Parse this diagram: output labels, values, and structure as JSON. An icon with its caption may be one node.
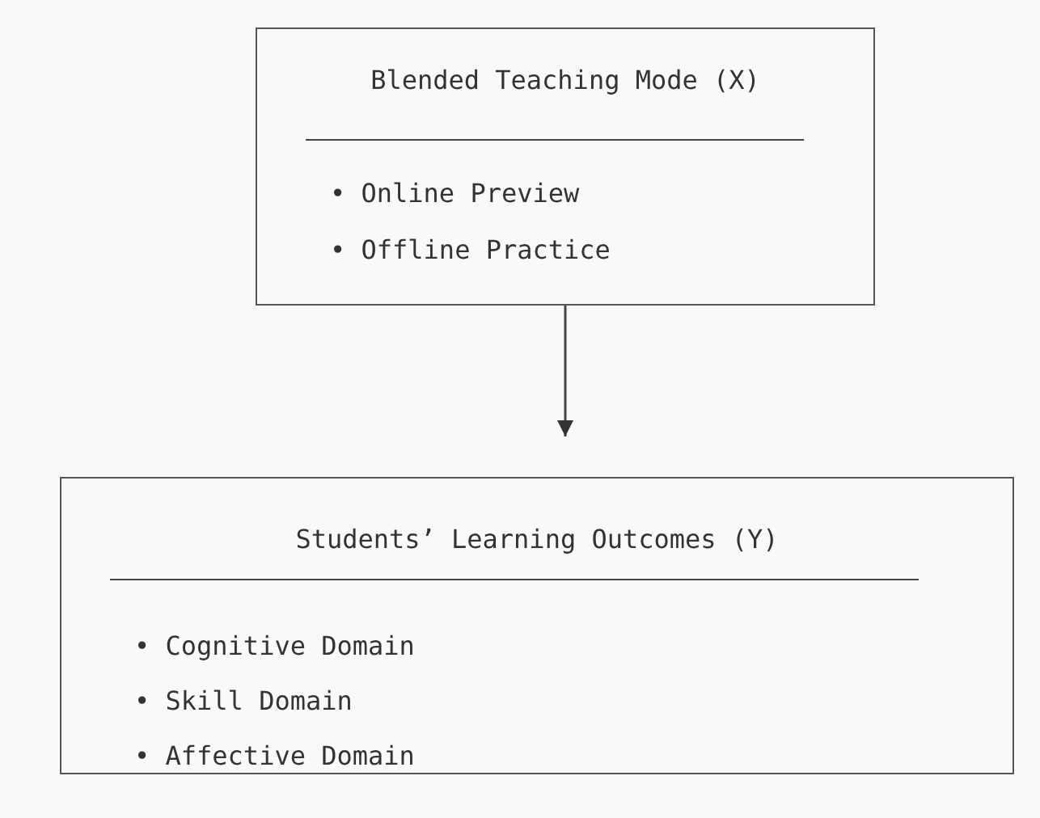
{
  "diagram": {
    "nodes": [
      {
        "text": [
          "Blended Teaching Mode (X)",
          "• Online Preview",
          "• Offline Practice"
        ]
      },
      {
        "text": [
          "Students’ Learning Outcomes (Y)",
          "• Cognitive Domain",
          "• Skill Domain",
          "• Affective Domain"
        ]
      }
    ],
    "edges": [
      {
        "from": 0,
        "to": 1,
        "arrow": "to"
      }
    ]
  }
}
